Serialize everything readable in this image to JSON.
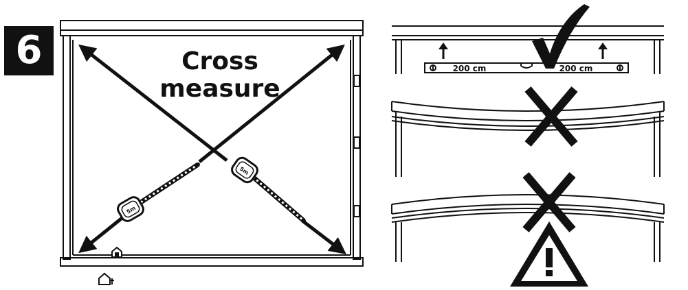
{
  "step": {
    "number": "6"
  },
  "heading": {
    "line1": "Cross",
    "line2": "measure"
  },
  "tape": {
    "label_left": "5m",
    "label_right": "5m"
  },
  "level": {
    "left_label": "200 cm",
    "right_label": "200 cm"
  },
  "colors": {
    "ink": "#111111",
    "paper": "#ffffff"
  },
  "icons": {
    "check": "check-mark-icon",
    "cross_1": "cross-mark-icon",
    "cross_2": "cross-mark-icon",
    "warning": "warning-triangle-icon",
    "home_small": "house-icon",
    "home_outline": "house-icon"
  }
}
